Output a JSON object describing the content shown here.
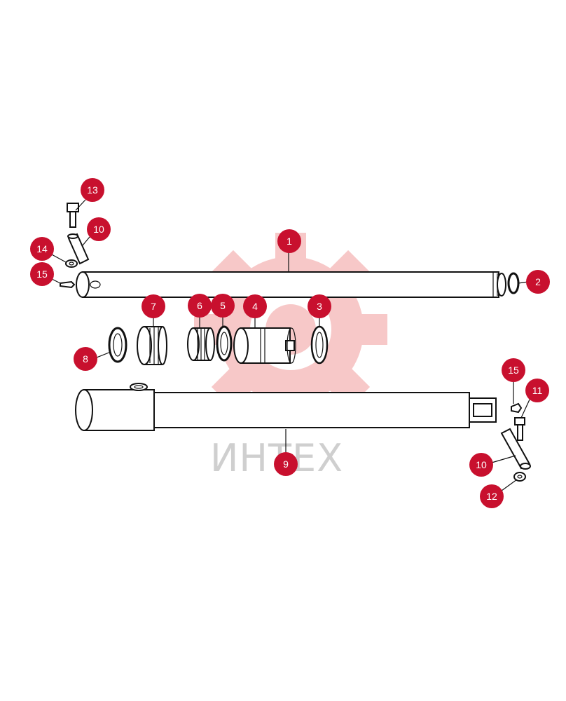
{
  "watermark": {
    "text": "ИНТЕХ",
    "gear_color": "#f7c8c8",
    "text_color": "#cfcfcf"
  },
  "callout_color": "#c8102e",
  "callouts": [
    {
      "id": "c13",
      "number": "13"
    },
    {
      "id": "c10a",
      "number": "10"
    },
    {
      "id": "c14",
      "number": "14"
    },
    {
      "id": "c15a",
      "number": "15"
    },
    {
      "id": "c1",
      "number": "1"
    },
    {
      "id": "c2",
      "number": "2"
    },
    {
      "id": "c7",
      "number": "7"
    },
    {
      "id": "c6",
      "number": "6"
    },
    {
      "id": "c5",
      "number": "5"
    },
    {
      "id": "c4",
      "number": "4"
    },
    {
      "id": "c3",
      "number": "3"
    },
    {
      "id": "c8",
      "number": "8"
    },
    {
      "id": "c15b",
      "number": "15"
    },
    {
      "id": "c11",
      "number": "11"
    },
    {
      "id": "c9",
      "number": "9"
    },
    {
      "id": "c10b",
      "number": "10"
    },
    {
      "id": "c12",
      "number": "12"
    }
  ]
}
